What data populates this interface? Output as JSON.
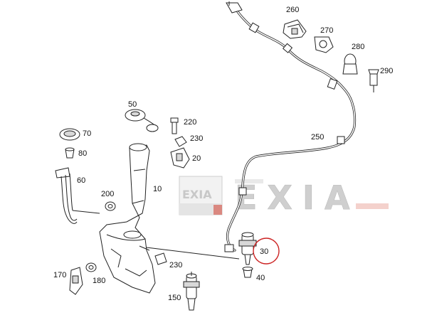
{
  "diagram": {
    "callouts": [
      {
        "id": "260",
        "label": "260"
      },
      {
        "id": "270",
        "label": "270"
      },
      {
        "id": "280",
        "label": "280"
      },
      {
        "id": "290",
        "label": "290"
      },
      {
        "id": "250",
        "label": "250"
      },
      {
        "id": "50",
        "label": "50"
      },
      {
        "id": "220",
        "label": "220"
      },
      {
        "id": "70",
        "label": "70"
      },
      {
        "id": "230a",
        "label": "230"
      },
      {
        "id": "80",
        "label": "80"
      },
      {
        "id": "20",
        "label": "20"
      },
      {
        "id": "60",
        "label": "60"
      },
      {
        "id": "10",
        "label": "10"
      },
      {
        "id": "200",
        "label": "200"
      },
      {
        "id": "30",
        "label": "30"
      },
      {
        "id": "230b",
        "label": "230"
      },
      {
        "id": "170",
        "label": "170"
      },
      {
        "id": "180",
        "label": "180"
      },
      {
        "id": "40",
        "label": "40"
      },
      {
        "id": "150",
        "label": "150"
      }
    ],
    "highlight_color": "#cc2222",
    "watermark": {
      "text": "EXIA",
      "small_text": "EXIA"
    }
  }
}
